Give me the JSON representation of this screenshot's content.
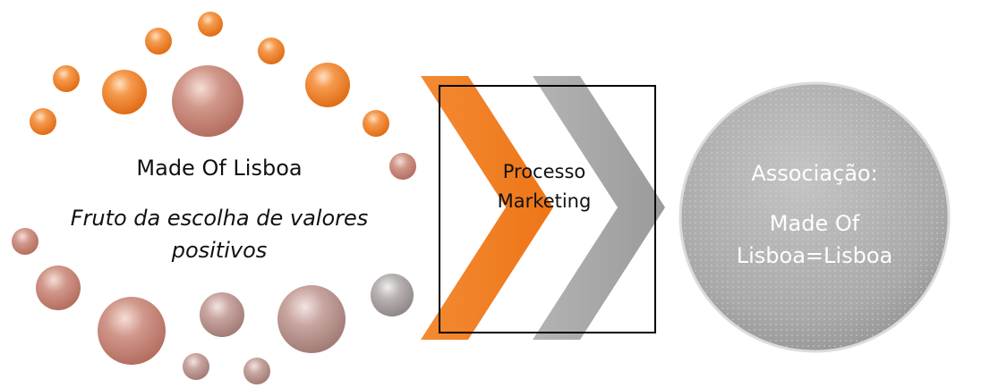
{
  "left_group": {
    "title": "Made Of Lisboa",
    "subtitle": "Fruto da escolha de valores positivos"
  },
  "process": {
    "label": "Processo Marketing"
  },
  "result": {
    "title": "Associação:",
    "value": "Made Of Lisboa=Lisboa"
  },
  "colors": {
    "orange": "#f07c22",
    "salmon": "#c98577",
    "grey": "#a8a8a8"
  }
}
